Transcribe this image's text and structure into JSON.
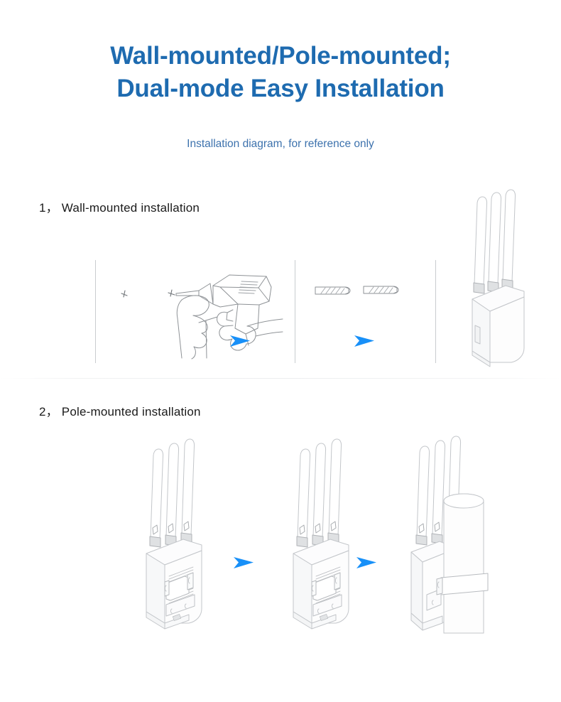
{
  "header": {
    "title_line_1": "Wall-mounted/Pole-mounted;",
    "title_line_2": "Dual-mode Easy Installation",
    "subtitle": "Installation diagram, for reference only"
  },
  "colors": {
    "title_blue": "#1e6bb0",
    "subtitle_blue": "#3d72ad",
    "arrow_blue": "#1890f8",
    "line_art_stroke": "#b9bcc0",
    "divider_gray": "#c9cccf",
    "background": "#ffffff"
  },
  "sections": [
    {
      "number": "1",
      "separator": "，",
      "label": "Wall-mounted installation",
      "steps": [
        {
          "name": "drill-holes",
          "icon": "drill-icon",
          "arrow": "arrow-right-icon"
        },
        {
          "name": "insert-wall-anchors",
          "icon": "screw-anchor-icon",
          "arrow": "arrow-right-icon"
        },
        {
          "name": "mount-access-point",
          "icon": "access-point-icon"
        }
      ]
    },
    {
      "number": "2",
      "separator": "，",
      "label": "Pole-mounted installation",
      "steps": [
        {
          "name": "access-point-with-bracket",
          "icon": "access-point-back-icon",
          "arrow": "arrow-right-icon"
        },
        {
          "name": "attach-mounting-strap",
          "icon": "access-point-strap-icon",
          "arrow": "arrow-right-icon"
        },
        {
          "name": "secure-to-pole",
          "icon": "access-point-on-pole-icon"
        }
      ]
    }
  ]
}
